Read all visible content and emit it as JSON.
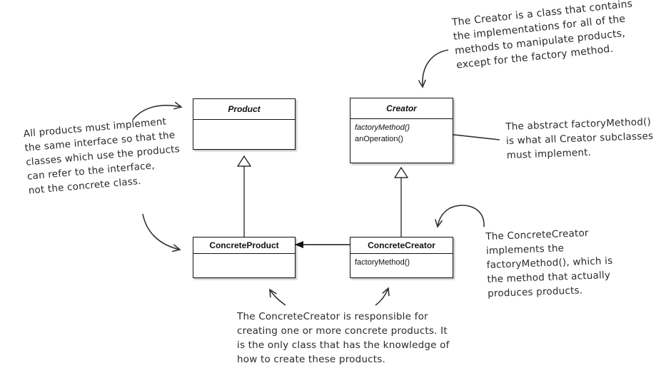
{
  "classes": {
    "product": {
      "name": "Product",
      "methods": []
    },
    "creator": {
      "name": "Creator",
      "methods": [
        "factoryMethod()",
        "anOperation()"
      ]
    },
    "concrete_product": {
      "name": "ConcreteProduct",
      "methods": []
    },
    "concrete_creator": {
      "name": "ConcreteCreator",
      "methods": [
        "factoryMethod()"
      ]
    }
  },
  "notes": {
    "creator_note": [
      "The Creator is a class that contains",
      "the implementations for all of the",
      "methods to manipulate products,",
      "except for the factory method."
    ],
    "products_note": [
      "All products must implement",
      "the same interface so that the",
      "classes which use the products",
      "can refer to the interface,",
      "not the concrete class."
    ],
    "abstract_note": [
      "The abstract factoryMethod()",
      "is what all Creator subclasses",
      "must implement."
    ],
    "concrete_creator_note": [
      "The ConcreteCreator",
      "implements the",
      "factoryMethod(), which is",
      "the method that actually",
      "produces products."
    ],
    "responsible_note": [
      "The ConcreteCreator is responsible for",
      "creating one or more concrete products.  It",
      "is the only class that has the knowledge of",
      "how to create these products."
    ]
  }
}
